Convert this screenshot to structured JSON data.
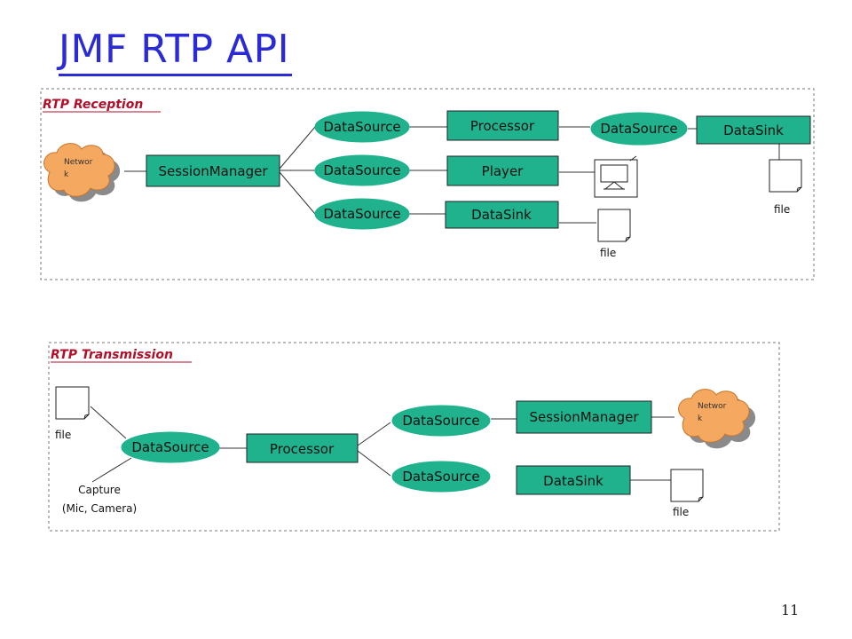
{
  "title": "JMF RTP API",
  "page_number": "11",
  "reception": {
    "label": "RTP Reception",
    "network": [
      "Networ",
      "k"
    ],
    "session_manager": "SessionManager",
    "ds1": "DataSource",
    "ds2": "DataSource",
    "ds3": "DataSource",
    "processor": "Processor",
    "player": "Player",
    "datasink": "DataSink",
    "ds4": "DataSource",
    "datasink2": "DataSink",
    "file1": "file",
    "file2": "file"
  },
  "transmission": {
    "label": "RTP Transmission",
    "file_in": "file",
    "capture_line1": "Capture",
    "capture_line2": "(Mic, Camera)",
    "ds_in": "DataSource",
    "processor": "Processor",
    "ds_out1": "DataSource",
    "ds_out2": "DataSource",
    "session_manager": "SessionManager",
    "datasink": "DataSink",
    "network": [
      "Networ",
      "k"
    ],
    "file_out": "file"
  },
  "colors": {
    "title": "#2b2bd6",
    "section_label": "#b0102a",
    "node_fill": "#1fb28c",
    "cloud_fill": "#f4a860"
  },
  "icons": {
    "monitor": "monitor-icon",
    "file": "file-icon",
    "network": "cloud-icon"
  }
}
